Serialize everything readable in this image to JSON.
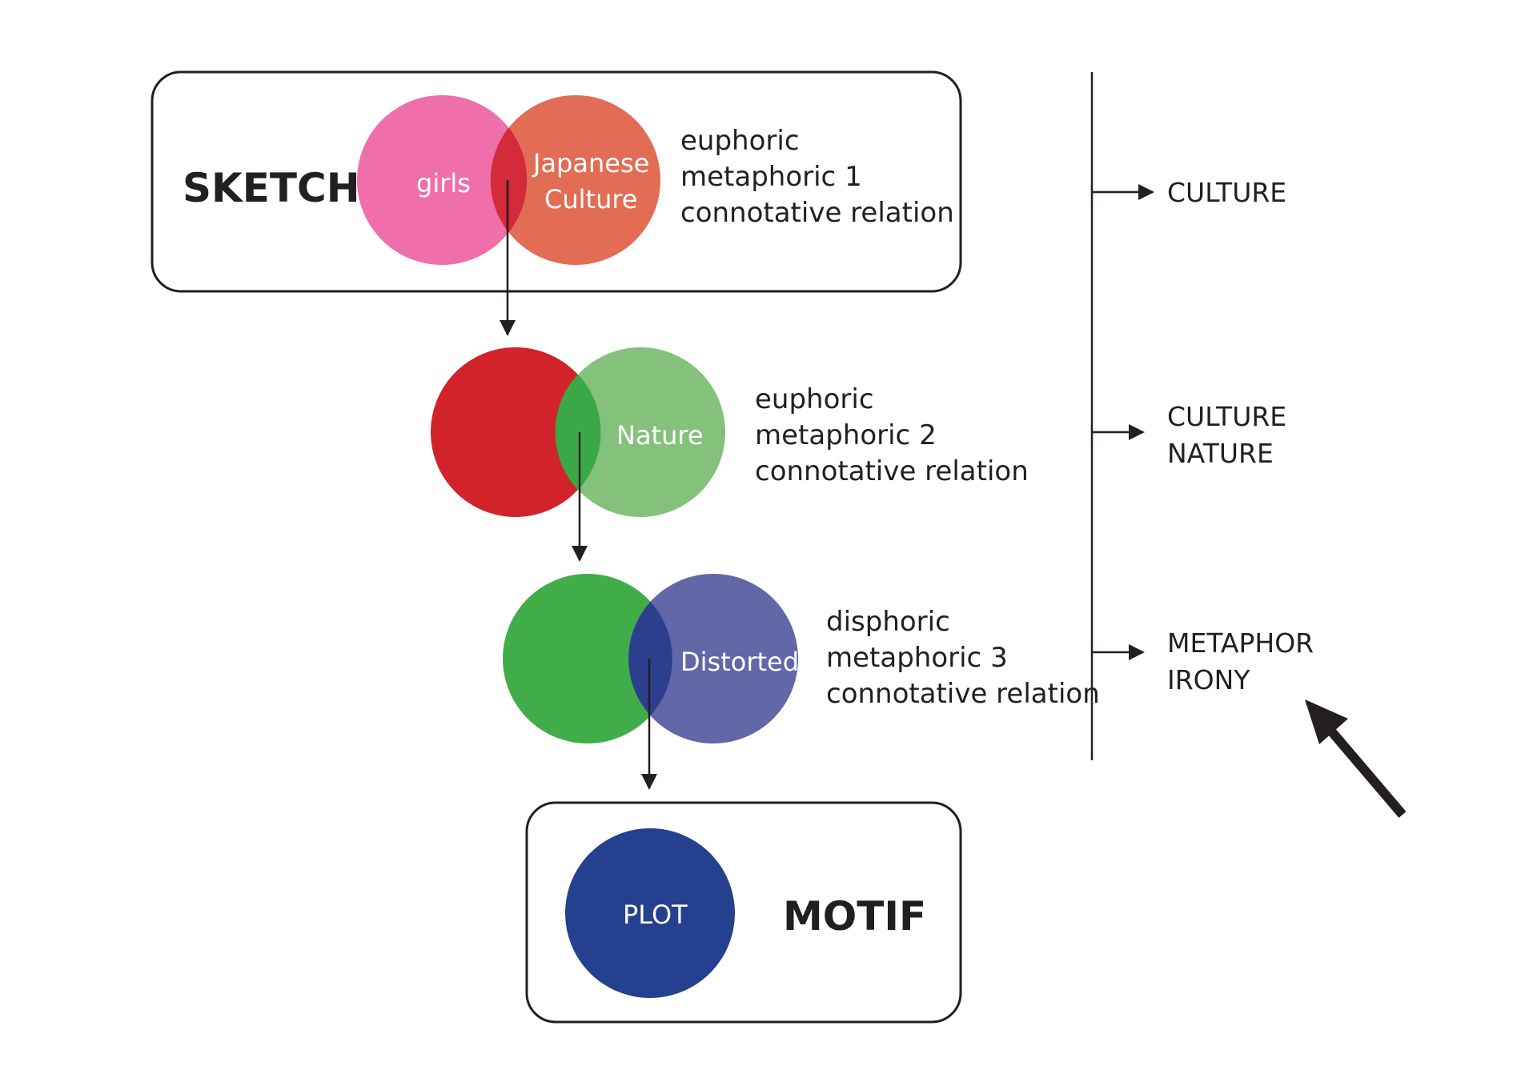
{
  "colors": {
    "girls": "#f06eaa",
    "japanese_culture": "#e36c54",
    "overlap_1": "#d42a3a",
    "red": "#d2232a",
    "nature": "#84c27c",
    "overlap_2": "#3aa847",
    "green": "#41ad49",
    "distorted": "#6167a7",
    "overlap_3": "#2c3f8e",
    "plot": "#25408f",
    "line": "#231f20"
  },
  "sketch": {
    "title": "SKETCH",
    "circle_left": "girls",
    "circle_right_line1": "Japanese",
    "circle_right_line2": "Culture",
    "desc": [
      "euphoric",
      "metaphoric 1",
      "connotative relation"
    ]
  },
  "step2": {
    "circle_right": "Nature",
    "desc": [
      "euphoric",
      "metaphoric 2",
      "connotative relation"
    ]
  },
  "step3": {
    "circle_right": "Distorted",
    "desc": [
      "disphoric",
      "metaphoric 3",
      "connotative relation"
    ]
  },
  "motif": {
    "title": "MOTIF",
    "circle": "PLOT"
  },
  "side_labels": {
    "level1": [
      "CULTURE"
    ],
    "level2": [
      "CULTURE",
      "NATURE"
    ],
    "level3": [
      "METAPHOR",
      "IRONY"
    ]
  },
  "icons": [
    "arrow-down-icon",
    "arrow-right-icon",
    "arrow-up-left-icon"
  ]
}
